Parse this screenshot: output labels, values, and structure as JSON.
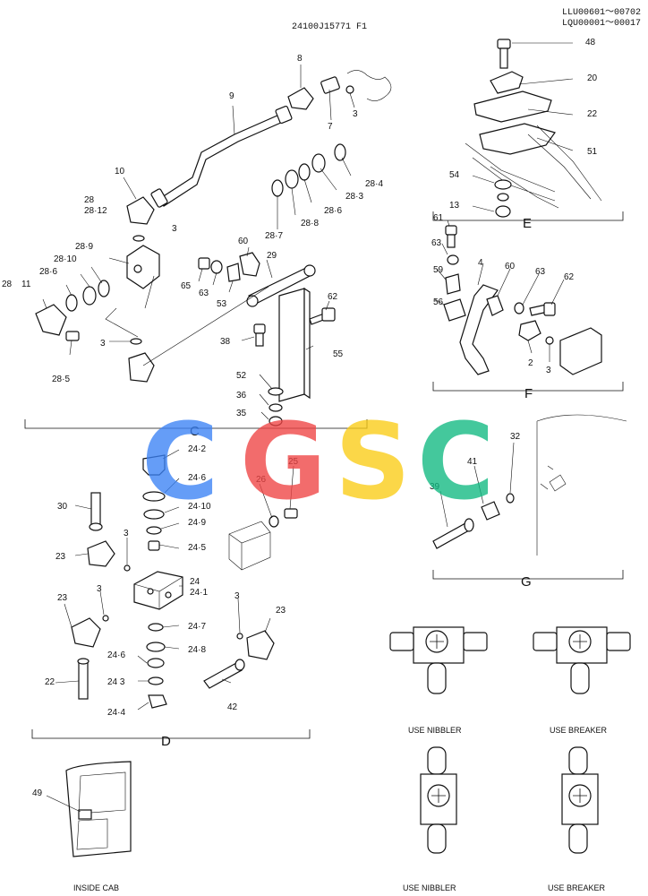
{
  "header": {
    "drawing_no": "24100J15771 F1",
    "serial_1": "LLU00601～00702",
    "serial_2": "LQU00001～00017"
  },
  "watermark": {
    "letters": [
      "C",
      "G",
      "S",
      "C"
    ],
    "colors": [
      "#3b82f6",
      "#ef4444",
      "#facc15",
      "#10b981"
    ]
  },
  "sections": {
    "C": "C",
    "D": "D",
    "E": "E",
    "F": "F",
    "G": "G"
  },
  "captions": {
    "use_nibbler_1": "USE NIBBLER",
    "use_breaker_1": "USE BREAKER",
    "use_nibbler_2": "USE NIBBLER",
    "use_breaker_2": "USE BREAKER",
    "inside_cab": "INSIDE CAB"
  },
  "labels": {
    "c_9": "9",
    "c_8": "8",
    "c_7": "7",
    "c_3a": "3",
    "c_10": "10",
    "c_3b": "3",
    "c_28": "28",
    "c_28_12": "28·12",
    "c_28_9": "28·9",
    "c_28_10": "28·10",
    "c_28_6": "28·6",
    "c_28_11a": "28",
    "c_28_11b": "11",
    "c_28_5": "28·5",
    "c_3c": "3",
    "c_28_4": "28·4",
    "c_28_3": "28·3",
    "c_28_6b": "28·6",
    "c_28_8": "28·8",
    "c_28_7": "28·7",
    "c_60": "60",
    "c_29": "29",
    "c_65": "65",
    "c_63": "63",
    "c_53": "53",
    "c_62": "62",
    "c_38": "38",
    "c_55": "55",
    "c_52": "52",
    "c_36": "36",
    "c_35": "35",
    "e_48": "48",
    "e_20": "20",
    "e_22": "22",
    "e_51": "51",
    "e_54": "54",
    "e_13": "13",
    "f_61": "61",
    "f_63a": "63",
    "f_4": "4",
    "f_60": "60",
    "f_63b": "63",
    "f_62": "62",
    "f_59": "59",
    "f_56": "56",
    "f_2": "2",
    "f_3": "3",
    "d_24_2": "24·2",
    "d_24_6a": "24·6",
    "d_24_10": "24·10",
    "d_24_9": "24·9",
    "d_24_5": "24·5",
    "d_24": "24",
    "d_24_1": "24·1",
    "d_30": "30",
    "d_3a": "3",
    "d_23a": "23",
    "d_23b": "23",
    "d_3b": "3",
    "d_3c": "3",
    "d_23c": "23",
    "d_24_7": "24·7",
    "d_24_8": "24·8",
    "d_24_6b": "24·6",
    "d_24_3": "24 3",
    "d_24_4": "24·4",
    "d_22": "22",
    "d_42": "42",
    "d_26": "26",
    "d_25": "25",
    "g_32": "32",
    "g_41": "41",
    "g_39": "39",
    "cab_49": "49"
  }
}
